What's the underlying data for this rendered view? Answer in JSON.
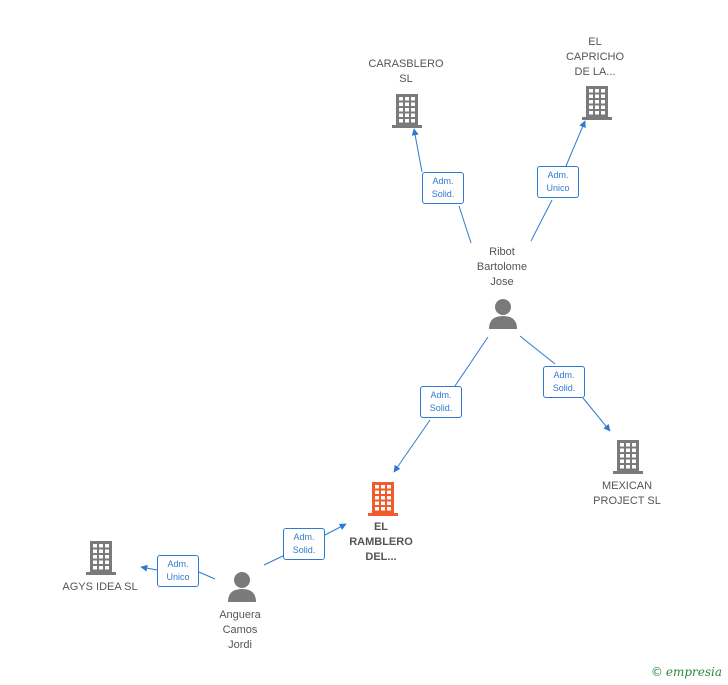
{
  "nodes": {
    "carasblero": {
      "label": "CARASBLERO\nSL",
      "kind": "company",
      "color": "#7a7a7a"
    },
    "el_capricho": {
      "label": "EL\nCAPRICHO\nDE LA...",
      "kind": "company",
      "color": "#7a7a7a"
    },
    "ribot": {
      "label": "Ribot\nBartolome\nJose",
      "kind": "person",
      "color": "#7a7a7a"
    },
    "mexican": {
      "label": "MEXICAN\nPROJECT SL",
      "kind": "company",
      "color": "#7a7a7a"
    },
    "el_ramblero": {
      "label": "EL\nRAMBLERO\nDEL...",
      "kind": "company",
      "color": "#ef5b2b"
    },
    "agys": {
      "label": "AGYS IDEA  SL",
      "kind": "company",
      "color": "#7a7a7a"
    },
    "anguera": {
      "label": "Anguera\nCamos\nJordi",
      "kind": "person",
      "color": "#7a7a7a"
    }
  },
  "edges": {
    "ribot_carasblero": {
      "label": "Adm.\nSolid."
    },
    "ribot_capricho": {
      "label": "Adm.\nUnico"
    },
    "ribot_mexican": {
      "label": "Adm.\nSolid."
    },
    "ribot_ramblero": {
      "label": "Adm.\nSolid."
    },
    "anguera_ramblero": {
      "label": "Adm.\nSolid."
    },
    "anguera_agys": {
      "label": "Adm.\nUnico"
    }
  },
  "colors": {
    "edge": "#2f7ad1",
    "accent": "#ef5b2b"
  },
  "watermark": {
    "copyright": "©",
    "brand": "empresia"
  }
}
